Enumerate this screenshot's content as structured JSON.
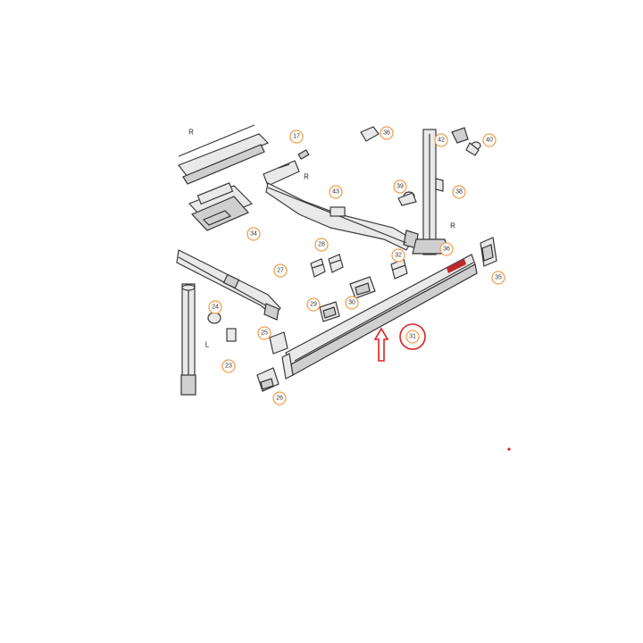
{
  "diagram": {
    "callouts": [
      "17",
      "36",
      "42",
      "40",
      "43",
      "38",
      "39",
      "34",
      "28",
      "32",
      "35",
      "27",
      "36",
      "29",
      "30",
      "31",
      "25",
      "24",
      "23",
      "26"
    ],
    "side_labels": {
      "right_top": "R",
      "right_mid": "R",
      "right_post": "R",
      "left": "L"
    },
    "highlighted_part": "31",
    "colors": {
      "callout_border": "#f0a050",
      "highlight": "#e02020",
      "brand_stripe": "#c0282c"
    }
  }
}
